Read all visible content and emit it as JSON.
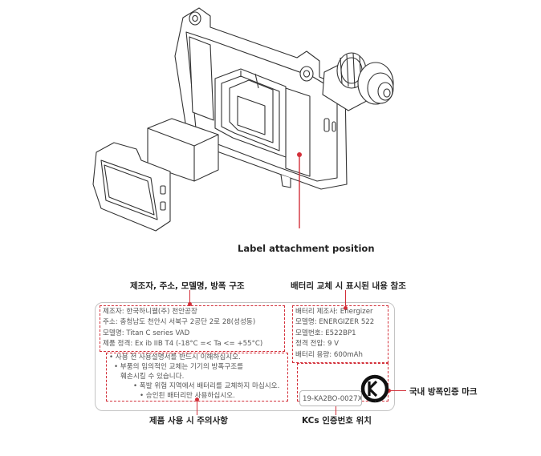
{
  "top_callout": {
    "label": "Label attachment position"
  },
  "callouts": {
    "manufacturer": "제조자, 주소, 모델명, 방폭 구조",
    "battery": "배터리 교체 시 표시된 내용 참조",
    "kc_mark": "국내 방폭인증 마크",
    "precautions": "제품 사용 시 주의사항",
    "kcs_number": "KCs 인증번호 위치"
  },
  "label": {
    "manufacturer_lines": [
      "제조자: 한국하니웰(주) 천안공장",
      "주소: 충청남도 천안시 서북구 2공단 2로 28(성성동)",
      "모델명: Titan C series VAD",
      "제품 정격: Ex ib IIB T4 (-18°C =< Ta  <= +55°C)"
    ],
    "battery_lines": [
      "배터리 제조사: Energizer",
      "모델명: ENERGIZER 522",
      "모델번호: E522BP1",
      "정격 전압: 9 V",
      "배터리 용량: 600mAh"
    ],
    "precaution_lines": [
      "• 사용 전 사용설명서를 반드시 이해하십시오.",
      "• 부품의 임의적인 교체는 기기의 방폭구조를",
      "훼손시킬 수 있습니다.",
      "• 폭발 위험 지역에서 배터리를 교체하지 마십시오.",
      "• 승인된 배터리만 사용하십시오."
    ],
    "kcs_code": "19-KA2BO-0027X",
    "kc_logo_text": "KC"
  },
  "colors": {
    "accent": "#d3303a",
    "line": "#333333"
  }
}
